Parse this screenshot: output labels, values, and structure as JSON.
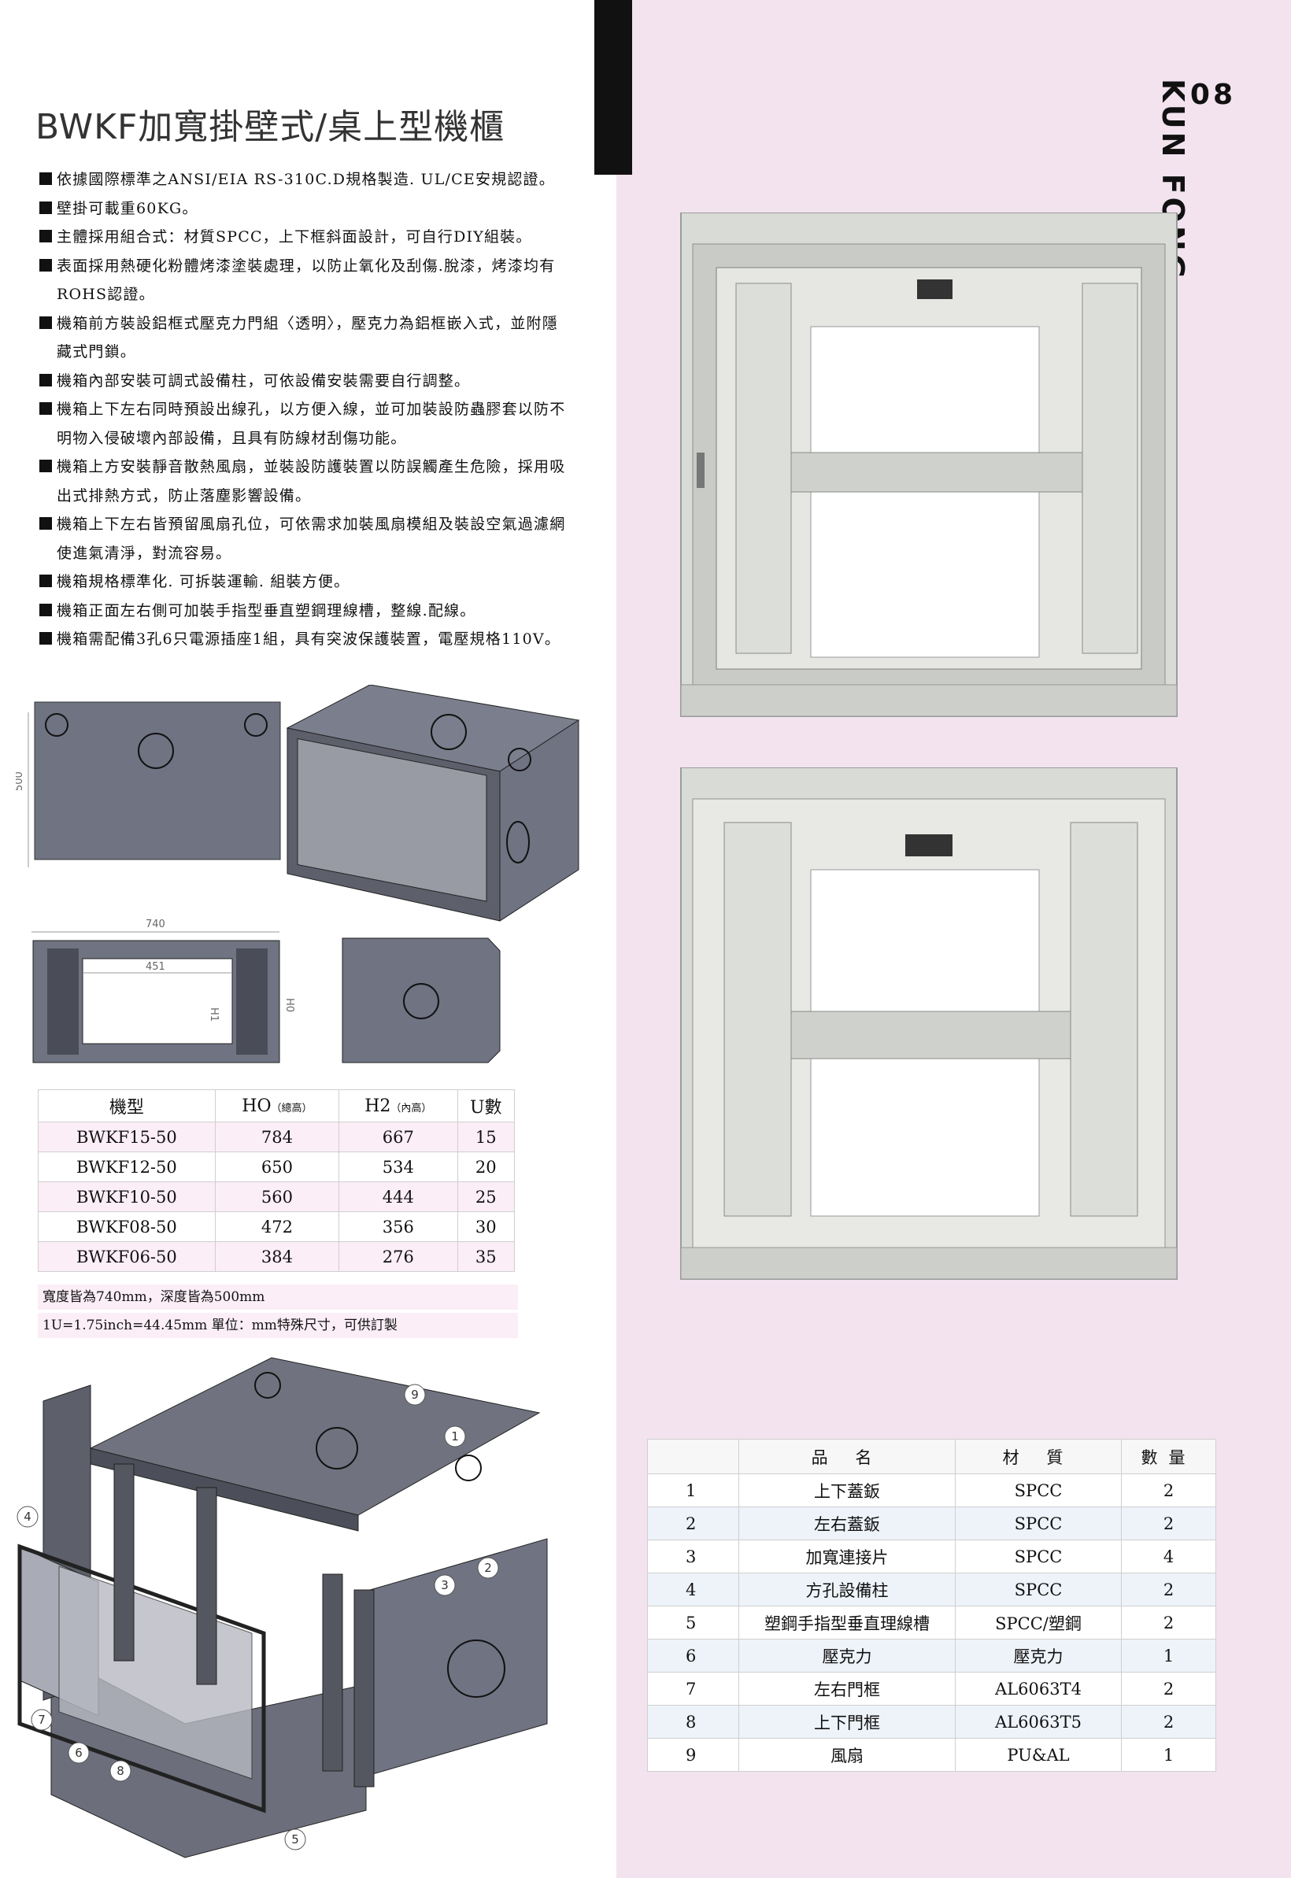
{
  "page": {
    "number": "08",
    "brand": "KUN FONG",
    "title": "BWKF加寬掛壁式/桌上型機櫃"
  },
  "features": [
    "依據國際標準之ANSI/EIA RS-310C.D規格製造. UL/CE安規認證。",
    "壁掛可載重60KG。",
    "主體採用組合式：材質SPCC，上下框斜面設計，可自行DIY組裝。",
    "表面採用熱硬化粉體烤漆塗裝處理，以防止氧化及刮傷.脫漆，烤漆均有ROHS認證。",
    "機箱前方裝設鋁框式壓克力門組〈透明〉，壓克力為鋁框嵌入式，並附隱藏式門鎖。",
    "機箱內部安裝可調式設備柱，可依設備安裝需要自行調整。",
    "機箱上下左右同時預設出線孔，以方便入線，並可加裝設防蟲膠套以防不明物入侵破壞內部設備，且具有防線材刮傷功能。",
    "機箱上方安裝靜音散熱風扇，並裝設防護裝置以防誤觸產生危險，採用吸出式排熱方式，防止落塵影響設備。",
    "機箱上下左右皆預留風扇孔位，可依需求加裝風扇模組及裝設空氣過濾網使進氣清淨，對流容易。",
    "機箱規格標準化. 可拆裝運輸. 組裝方便。",
    "機箱正面左右側可加裝手指型垂直塑鋼理線槽，整線.配線。",
    "機箱需配備3孔6只電源插座1組，具有突波保護裝置，電壓規格110V。"
  ],
  "drawing_dims": {
    "depth": "500",
    "width": "740",
    "inner_width": "451",
    "h1": "H1",
    "h0": "H0"
  },
  "spec_table": {
    "headers": {
      "model": "機型",
      "ho": "HO",
      "ho_note": "（總高）",
      "h2": "H2",
      "h2_note": "（內高）",
      "u": "U數"
    },
    "rows": [
      {
        "model": "BWKF15-50",
        "ho": "784",
        "h2": "667",
        "u": "15"
      },
      {
        "model": "BWKF12-50",
        "ho": "650",
        "h2": "534",
        "u": "20"
      },
      {
        "model": "BWKF10-50",
        "ho": "560",
        "h2": "444",
        "u": "25"
      },
      {
        "model": "BWKF08-50",
        "ho": "472",
        "h2": "356",
        "u": "30"
      },
      {
        "model": "BWKF06-50",
        "ho": "384",
        "h2": "276",
        "u": "35"
      }
    ],
    "note1": "寬度皆為740mm，深度皆為500mm",
    "note2": "1U=1.75inch=44.45mm  單位：mm特殊尺寸，可供訂製"
  },
  "exploded_labels": [
    "1",
    "2",
    "3",
    "4",
    "5",
    "6",
    "7",
    "8",
    "9"
  ],
  "parts_table": {
    "headers": {
      "no": "",
      "name": "品 名",
      "material": "材 質",
      "qty": "數量"
    },
    "rows": [
      {
        "no": "1",
        "name": "上下蓋鈑",
        "material": "SPCC",
        "qty": "2"
      },
      {
        "no": "2",
        "name": "左右蓋鈑",
        "material": "SPCC",
        "qty": "2"
      },
      {
        "no": "3",
        "name": "加寬連接片",
        "material": "SPCC",
        "qty": "4"
      },
      {
        "no": "4",
        "name": "方孔設備柱",
        "material": "SPCC",
        "qty": "2"
      },
      {
        "no": "5",
        "name": "塑鋼手指型垂直理線槽",
        "material": "SPCC/塑鋼",
        "qty": "2"
      },
      {
        "no": "6",
        "name": "壓克力",
        "material": "壓克力",
        "qty": "1"
      },
      {
        "no": "7",
        "name": "左右門框",
        "material": "AL6063T4",
        "qty": "2"
      },
      {
        "no": "8",
        "name": "上下門框",
        "material": "AL6063T5",
        "qty": "2"
      },
      {
        "no": "9",
        "name": "風扇",
        "material": "PU&AL",
        "qty": "1"
      }
    ]
  },
  "colors": {
    "panel_pink": "#f2e3ef",
    "cad_gray": "#6f7382",
    "cabinet_gray": "#d9dbd7"
  }
}
